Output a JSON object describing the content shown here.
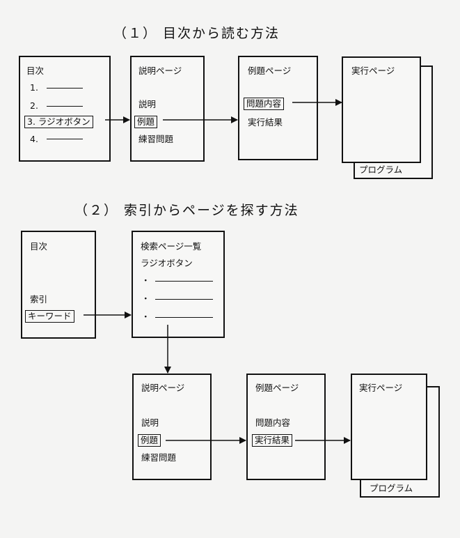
{
  "section1": {
    "title": "（１） 目次から読む方法",
    "toc": {
      "heading": "目次",
      "item1": "1.",
      "item2": "2.",
      "item3": "3. ラジオボタン",
      "item4": "4."
    },
    "explain": {
      "heading": "説明ページ",
      "item_explain": "説明",
      "item_example": "例題",
      "item_practice": "練習問題"
    },
    "example": {
      "heading": "例題ページ",
      "item_content": "問題内容",
      "item_result": "実行結果"
    },
    "run": {
      "heading": "実行ページ",
      "program": "プログラム"
    }
  },
  "section2": {
    "title": "（２） 索引からページを探す方法",
    "toc": {
      "heading": "目次",
      "item_index": "索引",
      "item_keyword": "キーワード"
    },
    "search": {
      "heading": "検索ページ一覧",
      "item_radio": "ラジオボタン",
      "bullet": "・"
    },
    "explain": {
      "heading": "説明ページ",
      "item_explain": "説明",
      "item_example": "例題",
      "item_practice": "練習問題"
    },
    "example": {
      "heading": "例題ページ",
      "item_content": "問題内容",
      "item_result": "実行結果"
    },
    "run": {
      "heading": "実行ページ",
      "program": "プログラム"
    }
  }
}
